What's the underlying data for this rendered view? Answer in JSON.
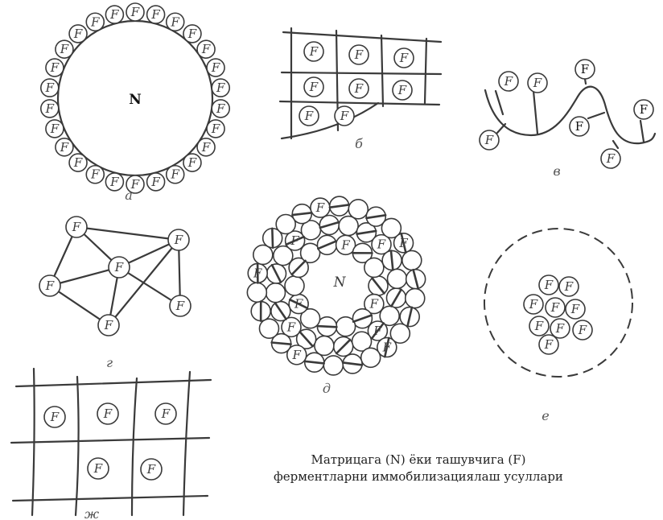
{
  "marks": {
    "matrix": "N",
    "carrier": "F"
  },
  "panel_labels": [
    "а",
    "б",
    "в",
    "г",
    "д",
    "е",
    "ж"
  ],
  "caption": {
    "line1": "Матрицага (N) ёки ташувчига (F)",
    "line2": "ферментларни иммобилизациялаш усуллари"
  }
}
